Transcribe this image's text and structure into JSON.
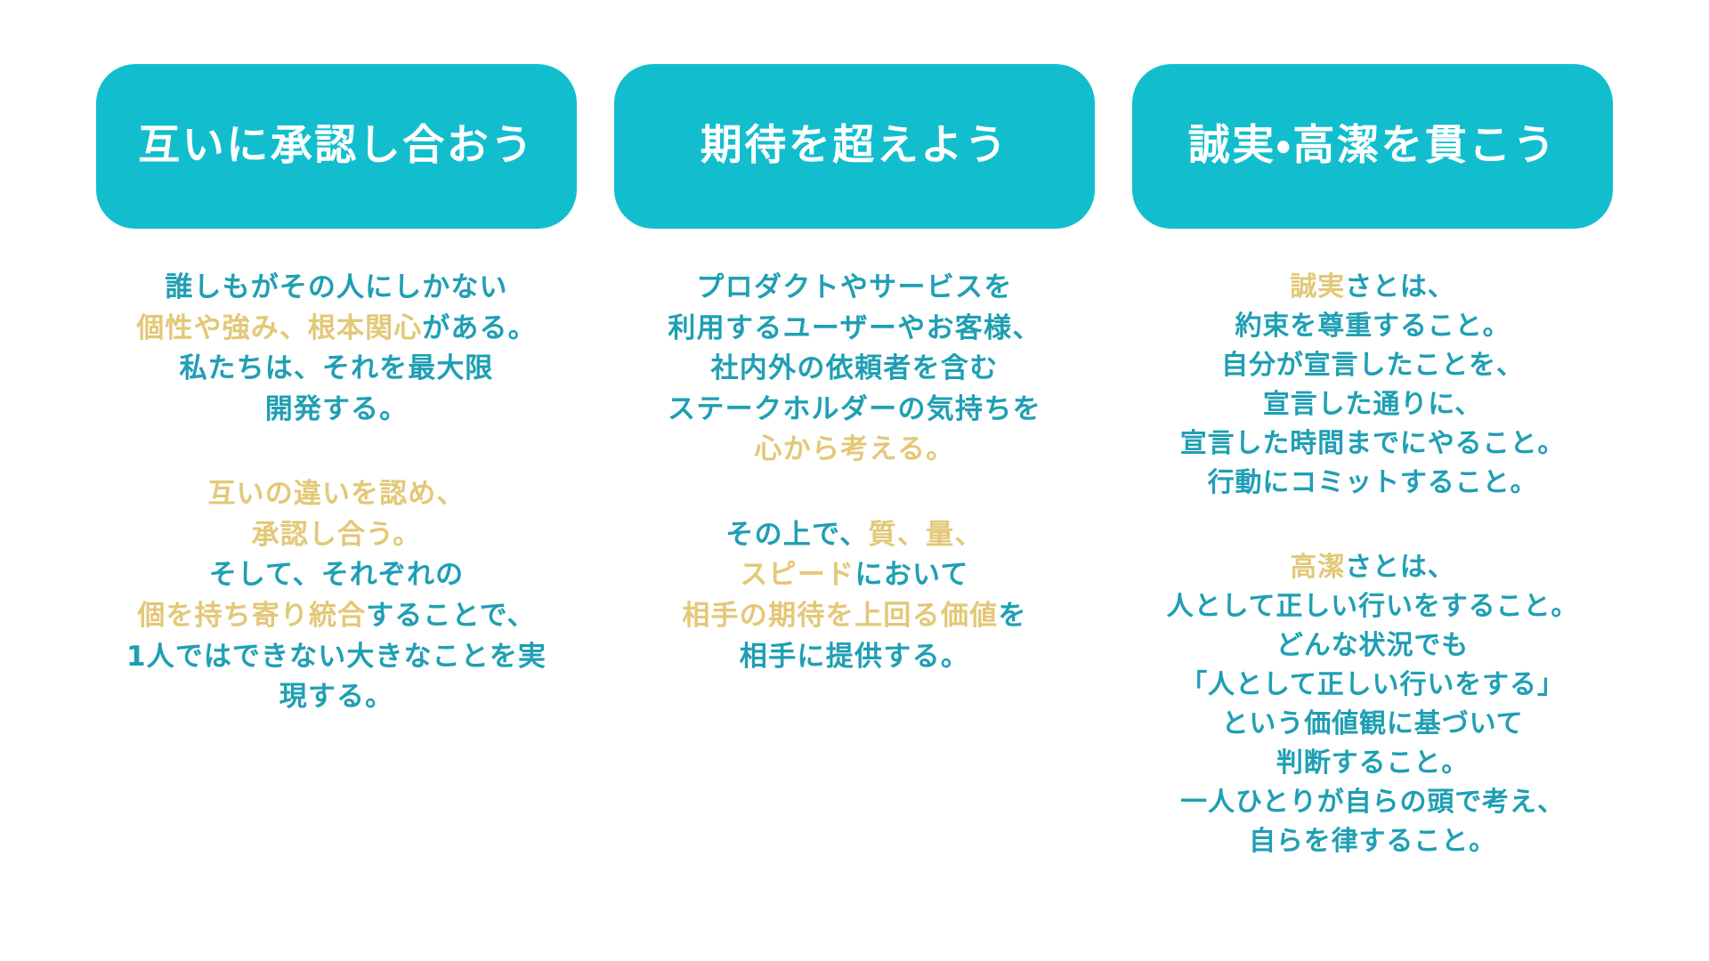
{
  "theme": {
    "background": "#ffffff",
    "pill_background": "#12BECE",
    "pill_text": "#ffffff",
    "text_teal": "#1F9FB4",
    "text_gold": "#E3C877"
  },
  "columns": [
    {
      "id": "mutual-recognition",
      "heading": "互いに承認し合おう",
      "paragraphs": [
        {
          "lines": [
            [
              {
                "text": "誰しもがその人にしかない",
                "color": "teal"
              }
            ],
            [
              {
                "text": "個性や強み、根本関心",
                "color": "gold"
              },
              {
                "text": "がある。",
                "color": "teal"
              }
            ],
            [
              {
                "text": "私たちは、それを最大限",
                "color": "teal"
              }
            ],
            [
              {
                "text": "開発する。",
                "color": "teal"
              }
            ]
          ]
        },
        {
          "lines": [
            [
              {
                "text": "互いの違いを認め、",
                "color": "gold"
              }
            ],
            [
              {
                "text": "承認し合う。",
                "color": "gold"
              }
            ],
            [
              {
                "text": "そして、それぞれの",
                "color": "teal"
              }
            ],
            [
              {
                "text": "個を持ち寄り統合",
                "color": "gold"
              },
              {
                "text": "することで、",
                "color": "teal"
              }
            ],
            [
              {
                "text": "1人ではできない大きなことを実",
                "color": "teal"
              }
            ],
            [
              {
                "text": "現する。",
                "color": "teal"
              }
            ]
          ]
        }
      ]
    },
    {
      "id": "exceed-expectations",
      "heading": "期待を超えよう",
      "paragraphs": [
        {
          "lines": [
            [
              {
                "text": "プロダクトやサービスを",
                "color": "teal"
              }
            ],
            [
              {
                "text": "利用するユーザーやお客様、",
                "color": "teal"
              }
            ],
            [
              {
                "text": "社内外の依頼者を含む",
                "color": "teal"
              }
            ],
            [
              {
                "text": "ステークホルダーの気持ちを",
                "color": "teal"
              }
            ],
            [
              {
                "text": "心から考える。",
                "color": "gold"
              }
            ]
          ]
        },
        {
          "lines": [
            [
              {
                "text": "その上で、",
                "color": "teal"
              },
              {
                "text": "質、量、",
                "color": "gold"
              }
            ],
            [
              {
                "text": "スピード",
                "color": "gold"
              },
              {
                "text": "において",
                "color": "teal"
              }
            ],
            [
              {
                "text": "相手の期待を上回る価値",
                "color": "gold"
              },
              {
                "text": "を",
                "color": "teal"
              }
            ],
            [
              {
                "text": "相手に提供する。",
                "color": "teal"
              }
            ]
          ]
        }
      ]
    },
    {
      "id": "integrity-and-honesty",
      "heading": "誠実・高潔を貫こう",
      "paragraphs": [
        {
          "lines": [
            [
              {
                "text": "誠実",
                "color": "gold"
              },
              {
                "text": "さとは、",
                "color": "teal"
              }
            ],
            [
              {
                "text": "約束を尊重すること。",
                "color": "teal"
              }
            ],
            [
              {
                "text": "自分が宣言したことを、",
                "color": "teal"
              }
            ],
            [
              {
                "text": "宣言した通りに、",
                "color": "teal"
              }
            ],
            [
              {
                "text": "宣言した時間までにやること。",
                "color": "teal"
              }
            ],
            [
              {
                "text": "行動にコミットすること。",
                "color": "teal"
              }
            ]
          ]
        },
        {
          "lines": [
            [
              {
                "text": "高潔",
                "color": "gold"
              },
              {
                "text": "さとは、",
                "color": "teal"
              }
            ],
            [
              {
                "text": "人として正しい行いをすること。",
                "color": "teal"
              }
            ],
            [
              {
                "text": "どんな状況でも",
                "color": "teal"
              }
            ],
            [
              {
                "text": "「人として正しい行いをする」",
                "color": "teal"
              }
            ],
            [
              {
                "text": "という価値観に基づいて",
                "color": "teal"
              }
            ],
            [
              {
                "text": "判断すること。",
                "color": "teal"
              }
            ],
            [
              {
                "text": "一人ひとりが自らの頭で考え、",
                "color": "teal"
              }
            ],
            [
              {
                "text": "自らを律すること。",
                "color": "teal"
              }
            ]
          ]
        }
      ]
    }
  ]
}
